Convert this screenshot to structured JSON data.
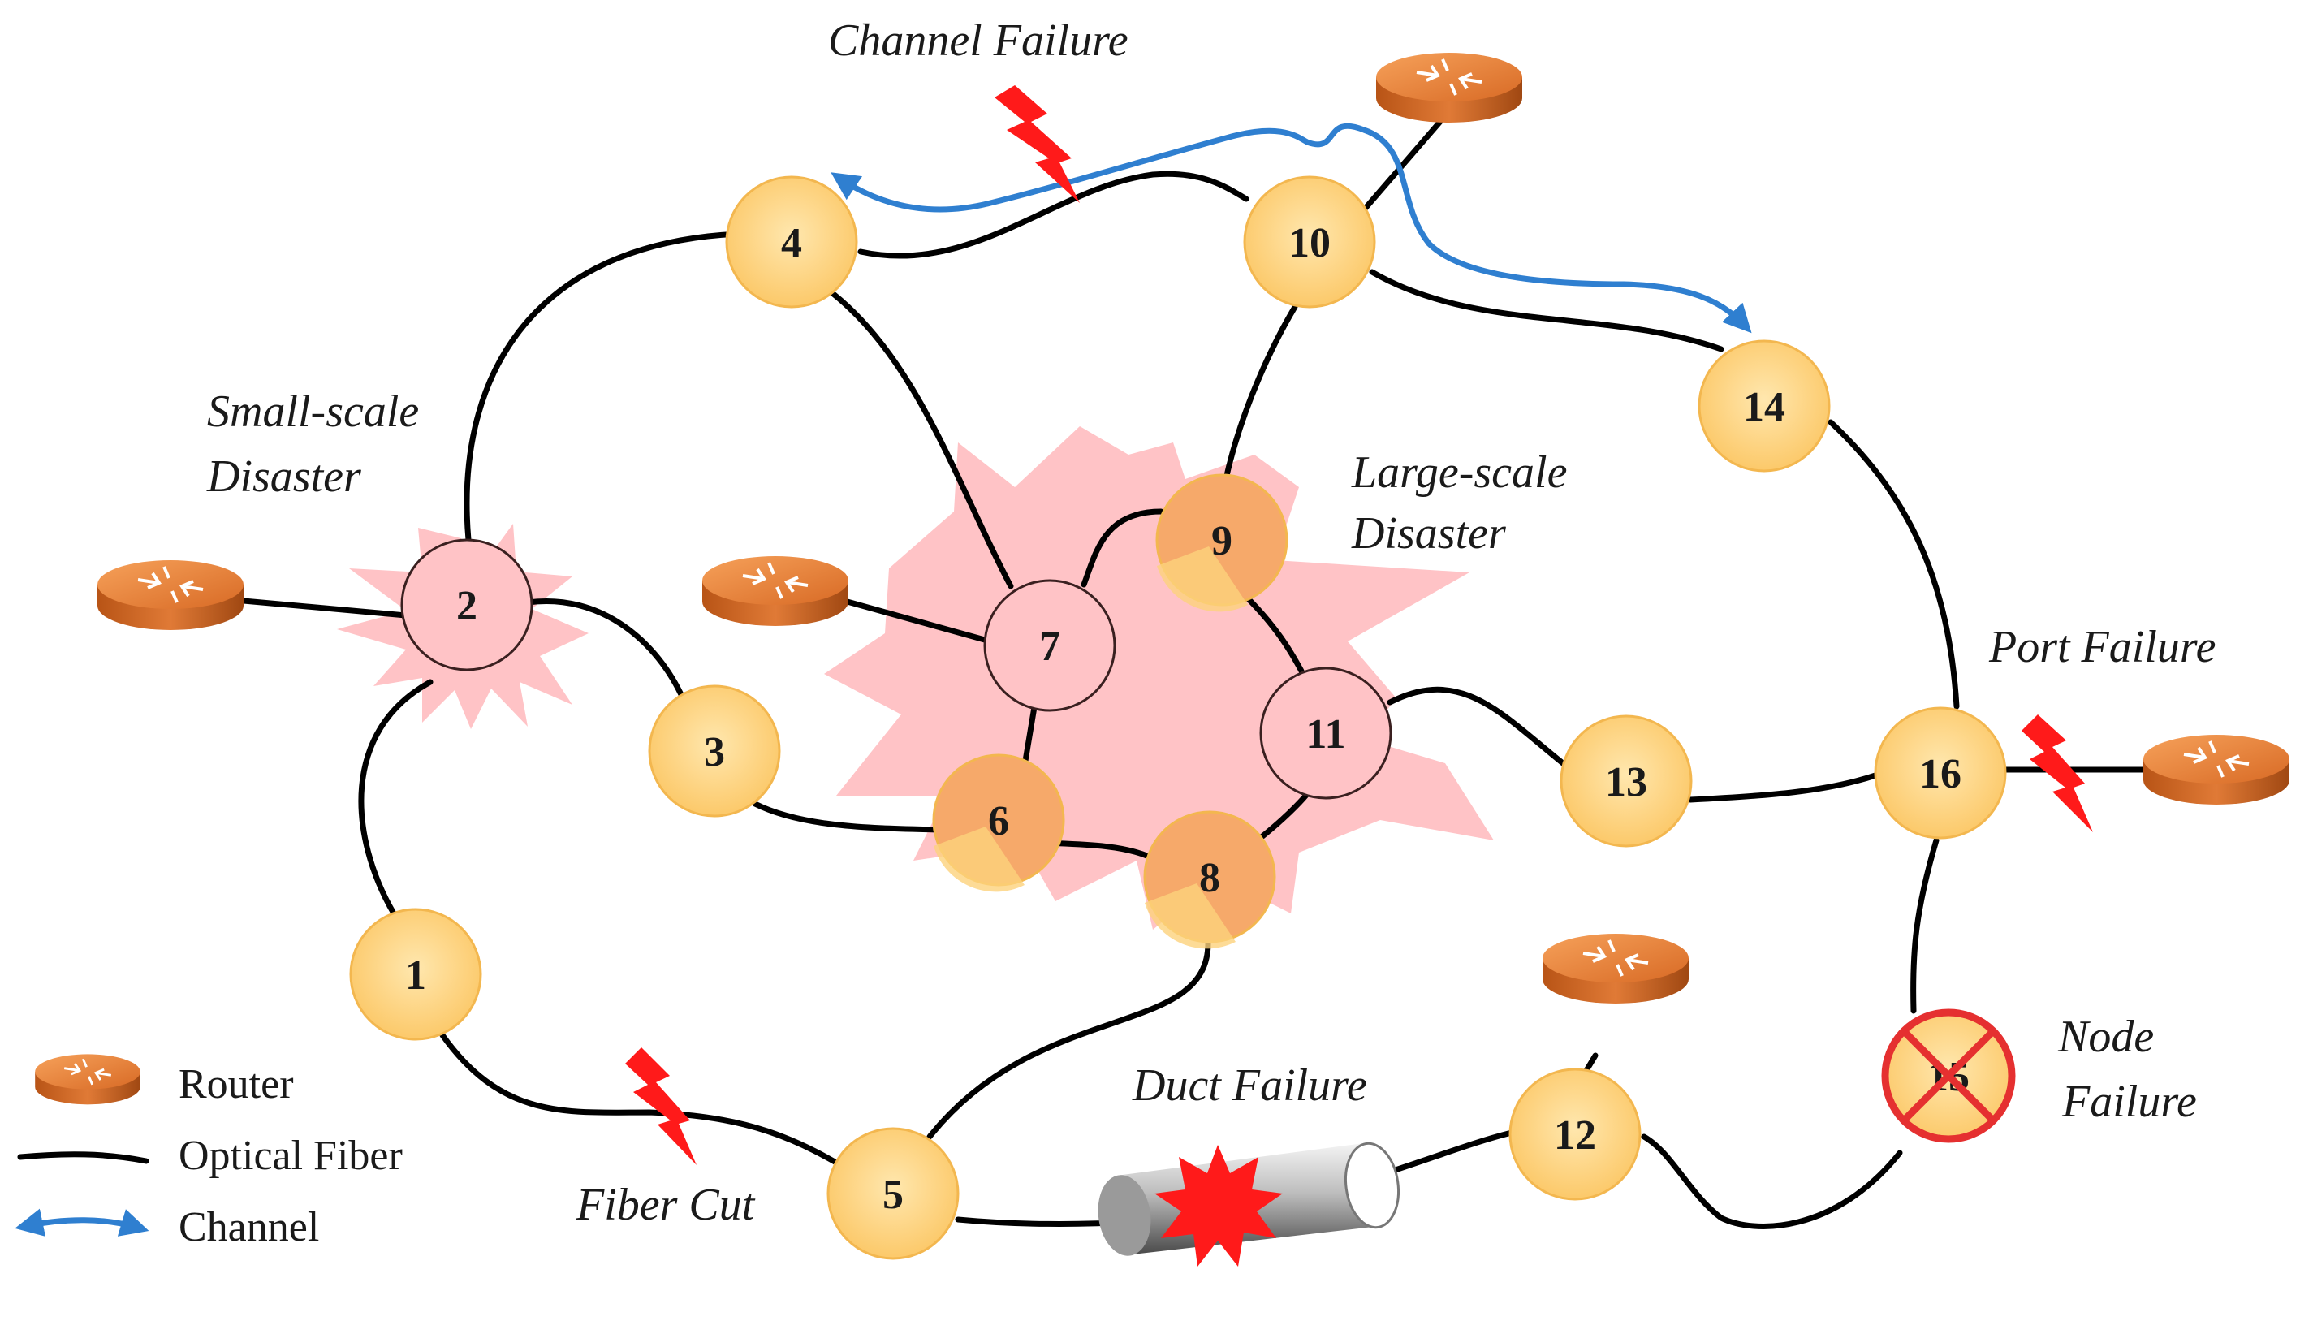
{
  "nodes": [
    {
      "id": "1",
      "label": "1",
      "state": "normal"
    },
    {
      "id": "2",
      "label": "2",
      "state": "disaster"
    },
    {
      "id": "3",
      "label": "3",
      "state": "normal"
    },
    {
      "id": "4",
      "label": "4",
      "state": "normal"
    },
    {
      "id": "5",
      "label": "5",
      "state": "normal"
    },
    {
      "id": "6",
      "label": "6",
      "state": "partial-disaster"
    },
    {
      "id": "7",
      "label": "7",
      "state": "disaster"
    },
    {
      "id": "8",
      "label": "8",
      "state": "partial-disaster"
    },
    {
      "id": "9",
      "label": "9",
      "state": "partial-disaster"
    },
    {
      "id": "10",
      "label": "10",
      "state": "normal"
    },
    {
      "id": "11",
      "label": "11",
      "state": "disaster"
    },
    {
      "id": "12",
      "label": "12",
      "state": "normal"
    },
    {
      "id": "13",
      "label": "13",
      "state": "normal"
    },
    {
      "id": "14",
      "label": "14",
      "state": "normal"
    },
    {
      "id": "15",
      "label": "15",
      "state": "failed"
    },
    {
      "id": "16",
      "label": "16",
      "state": "normal"
    }
  ],
  "links": [
    [
      "1",
      "2"
    ],
    [
      "1",
      "5"
    ],
    [
      "2",
      "4"
    ],
    [
      "2",
      "3"
    ],
    [
      "3",
      "6"
    ],
    [
      "4",
      "10"
    ],
    [
      "4",
      "7"
    ],
    [
      "7",
      "6"
    ],
    [
      "7",
      "9"
    ],
    [
      "6",
      "8"
    ],
    [
      "8",
      "11"
    ],
    [
      "8",
      "5"
    ],
    [
      "9",
      "10"
    ],
    [
      "9",
      "11"
    ],
    [
      "10",
      "14"
    ],
    [
      "11",
      "13"
    ],
    [
      "13",
      "16"
    ],
    [
      "14",
      "16"
    ],
    [
      "16",
      "15"
    ],
    [
      "15",
      "12"
    ],
    [
      "5",
      "12"
    ]
  ],
  "annotations": {
    "channel_failure": "Channel Failure",
    "small_scale_1": "Small-scale",
    "small_scale_2": "Disaster",
    "large_scale_1": "Large-scale",
    "large_scale_2": "Disaster",
    "port_failure": "Port Failure",
    "node_failure_1": "Node",
    "node_failure_2": "Failure",
    "duct_failure": "Duct Failure",
    "fiber_cut": "Fiber Cut"
  },
  "legend": {
    "router": "Router",
    "fiber": "Optical Fiber",
    "channel": "Channel"
  },
  "colors": {
    "node_fill": "#fcd27c",
    "node_stroke": "#f3b74f",
    "disaster_fill": "#ffc3c6",
    "router": "#e07a36",
    "channel": "#2f7fd0",
    "lightning": "#ff1a1a",
    "failed_cross": "#e53030"
  }
}
